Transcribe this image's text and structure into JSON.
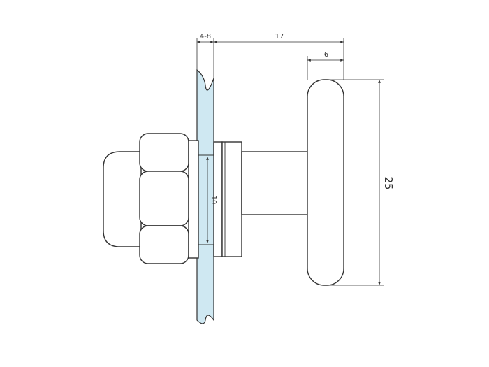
{
  "dimensions": {
    "glass_thickness": "4-8",
    "overall_depth": "17",
    "wheel_width": "6",
    "wheel_diameter": "25",
    "hole_diameter": "10"
  },
  "colors": {
    "glass": "#cfe8f2",
    "line": "#333333"
  }
}
